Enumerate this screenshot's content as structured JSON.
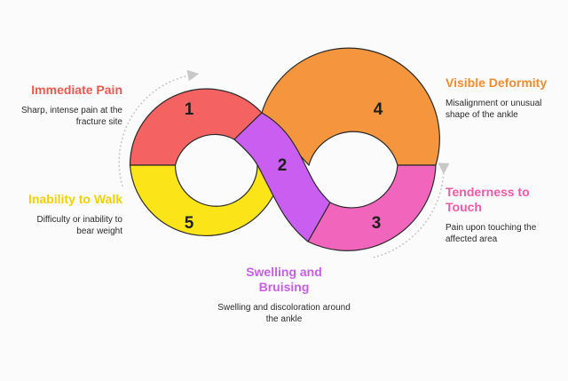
{
  "stages": [
    {
      "number": "1",
      "title": "Immediate Pain",
      "description": "Sharp, intense pain at the fracture site"
    },
    {
      "number": "2",
      "title": "Swelling and Bruising",
      "description": "Swelling and discoloration around the ankle"
    },
    {
      "number": "3",
      "title": "Tenderness to Touch",
      "description": "Pain upon touching the affected area"
    },
    {
      "number": "4",
      "title": "Visible Deformity",
      "description": "Misalignment or unusual shape of the ankle"
    },
    {
      "number": "5",
      "title": "Inability to Walk",
      "description": "Difficulty or inability to bear weight"
    }
  ],
  "colors": {
    "stage1": "#f46262",
    "stage2": "#c95ef0",
    "stage3": "#f165bd",
    "stage4": "#f5963e",
    "stage5": "#fbe417",
    "stage1_title": "#f0584e",
    "stage2_title": "#c85ee8",
    "stage3_title": "#f05aa8",
    "stage4_title": "#f28c30",
    "stage5_title": "#f4d000",
    "outline": "#2a2a2a",
    "arrow": "#c8c8c8"
  }
}
